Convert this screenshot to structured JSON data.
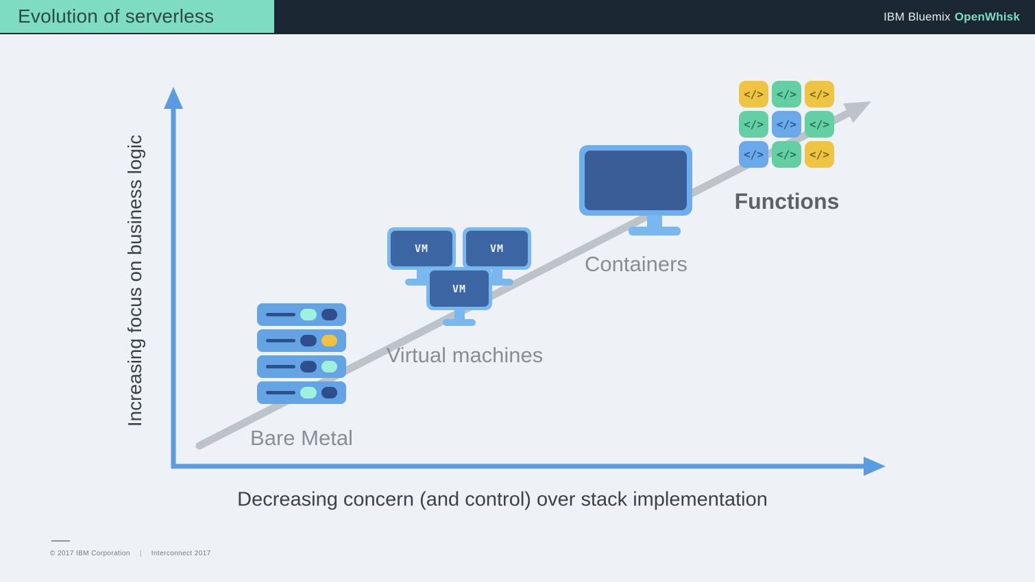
{
  "header": {
    "title": "Evolution of serverless",
    "brand_prefix": "IBM Bluemix",
    "brand_product": "OpenWhisk"
  },
  "diagram": {
    "y_axis_label": "Increasing focus on business logic",
    "x_axis_label": "Decreasing concern (and control) over stack implementation",
    "stages": {
      "bare_metal": {
        "label": "Bare Metal",
        "pill_colors": [
          [
            "mint",
            "navy"
          ],
          [
            "navy",
            "yellow"
          ],
          [
            "navy",
            "mint"
          ],
          [
            "mint",
            "navy"
          ]
        ]
      },
      "virtual_machines": {
        "label": "Virtual machines",
        "vm_label": "VM"
      },
      "containers": {
        "label": "Containers"
      },
      "functions": {
        "label": "Functions",
        "glyph": "</>",
        "tile_colors": [
          "yellow",
          "green",
          "yellow",
          "green",
          "blue",
          "green",
          "blue",
          "green",
          "yellow"
        ]
      }
    }
  },
  "footer": {
    "copyright": "© 2017 IBM Corporation",
    "separator": "|",
    "event": "Interconnect 2017"
  },
  "colors": {
    "accent_teal": "#7EDCC2",
    "header_dark": "#1B2733",
    "background": "#EEF1F6",
    "axis_blue": "#5B9BE0",
    "trend_arrow_gray": "#BCC3C9",
    "icon_blue": "#64A3E4",
    "icon_navy": "#2E4E8C",
    "icon_mint": "#9FF0DC",
    "icon_yellow": "#F2C23E",
    "tile_green": "#63CFA3",
    "tile_blue": "#6BA9EA",
    "tile_yellow": "#EFC443",
    "container_tile_green": "#6ED0A5"
  }
}
